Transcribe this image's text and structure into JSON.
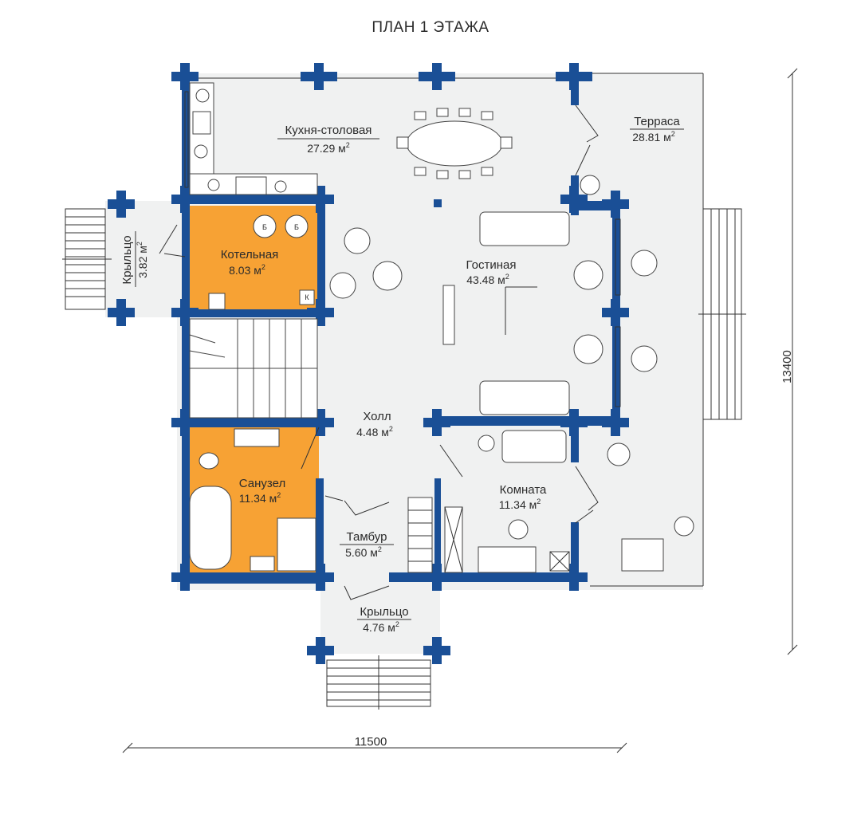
{
  "title": "ПЛАН 1 ЭТАЖА",
  "dimensions": {
    "width": "11500",
    "height": "13400"
  },
  "sup": "2",
  "rooms": {
    "kitchen": {
      "name": "Кухня-столовая",
      "area": "27.29 м"
    },
    "terrace": {
      "name": "Терраса",
      "area": "28.81 м"
    },
    "boiler": {
      "name": "Котельная",
      "area": "8.03 м"
    },
    "living": {
      "name": "Гостиная",
      "area": "43.48 м"
    },
    "porch_left": {
      "name": "Крыльцо",
      "area": "3.82 м"
    },
    "hall": {
      "name": "Холл",
      "area": "4.48 м"
    },
    "bathroom": {
      "name": "Санузел",
      "area": "11.34 м"
    },
    "room": {
      "name": "Комната",
      "area": "11.34 м"
    },
    "vestibule": {
      "name": "Тамбур",
      "area": "5.60 м"
    },
    "porch_front": {
      "name": "Крыльцо",
      "area": "4.76 м"
    }
  },
  "equipment": {
    "boiler_1": "Б",
    "boiler_2": "Б",
    "boiler_k": "К"
  },
  "colors": {
    "wall": "#1a4f96",
    "heated_room": "#f7a234",
    "floor": "#f0f1f1"
  }
}
